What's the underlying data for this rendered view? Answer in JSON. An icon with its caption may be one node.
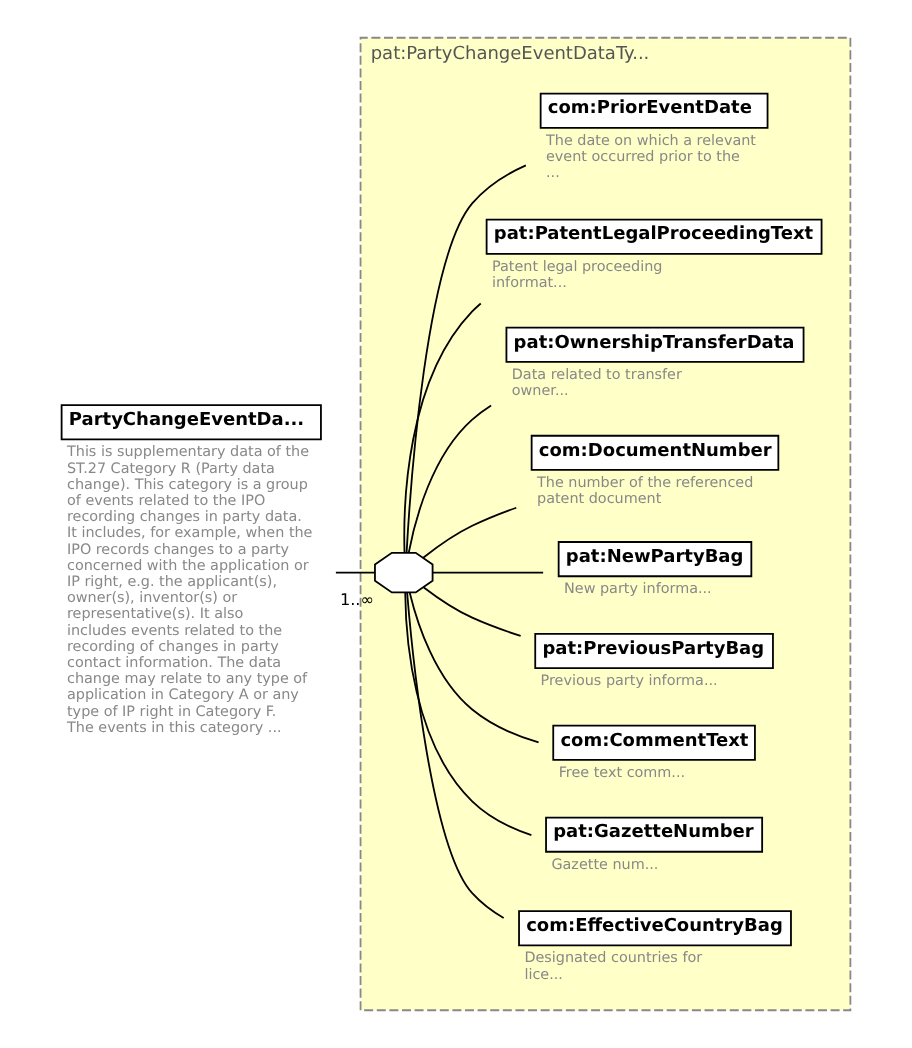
{
  "diagram": {
    "nodes": [
      {
        "text": [
          "PartyChangeEventDa..."
        ],
        "beside": [
          "This is supplementary data of the ST.27 Category R (Party data change). This category is a group of events related to the IPO recording changes in party data. It includes, for example, when the IPO records changes to a party concerned with the application or IP right, e.g. the applicant(s), owner(s), inventor(s) or representative(s). It also includes events related to the recording of changes in party contact information. The data change may relate to any type of application in Category A or any type of IP right in Category F. The events in this category ..."
        ]
      },
      {
        "text": [
          "pat:PartyChangeEventDataTy..."
        ]
      },
      {
        "text": [],
        "shape": "octagon",
        "in": 1,
        "beside": [
          "1..∞"
        ]
      },
      {
        "text": [
          "com:EffectiveCountryBag"
        ],
        "in": 1,
        "beside": [
          "Designated countries for lice..."
        ]
      },
      {
        "text": [
          "pat:GazetteNumber"
        ],
        "in": 1,
        "beside": [
          "Gazette num..."
        ]
      },
      {
        "text": [
          "com:CommentText"
        ],
        "in": 1,
        "beside": [
          "Free text comm..."
        ]
      },
      {
        "text": [
          "pat:PreviousPartyBag"
        ],
        "in": 1,
        "beside": [
          "Previous party informa..."
        ]
      },
      {
        "text": [
          "pat:NewPartyBag"
        ],
        "in": 1,
        "beside": [
          "New party informa..."
        ]
      },
      {
        "text": [
          "com:DocumentNumber"
        ],
        "in": 1,
        "beside": [
          "The number of the referenced patent document"
        ]
      },
      {
        "text": [
          "pat:OwnershipTransferData"
        ],
        "in": 1,
        "beside": [
          "Data related to transfer owner..."
        ]
      },
      {
        "text": [
          "pat:PatentLegalProceedingText"
        ],
        "in": 1,
        "beside": [
          "Patent legal proceeding informat..."
        ]
      },
      {
        "text": [
          "com:PriorEventDate"
        ],
        "in": 1,
        "beside": [
          "The date on which a relevant event occurred prior to the ..."
        ]
      }
    ],
    "edges": [
      {
        "from": 0,
        "to": 2,
        "arrow": "none"
      },
      {
        "from": 2,
        "to": 3,
        "arrow": "none"
      },
      {
        "from": 2,
        "to": 4,
        "arrow": "none"
      },
      {
        "from": 2,
        "to": 5,
        "arrow": "none"
      },
      {
        "from": 2,
        "to": 6,
        "arrow": "none"
      },
      {
        "from": 2,
        "to": 7,
        "arrow": "none"
      },
      {
        "from": 2,
        "to": 8,
        "arrow": "none"
      },
      {
        "from": 2,
        "to": 9,
        "arrow": "none"
      },
      {
        "from": 2,
        "to": 10,
        "arrow": "none"
      },
      {
        "from": 2,
        "to": 11,
        "arrow": "none"
      }
    ]
  }
}
